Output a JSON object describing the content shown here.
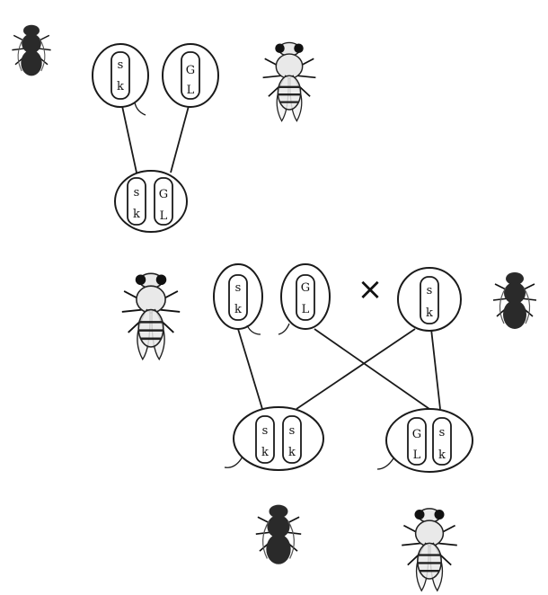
{
  "cross_symbol": "×",
  "gametes": {
    "parent_left": {
      "upper": "s",
      "lower": "k"
    },
    "parent_right": {
      "upper": "G",
      "lower": "L"
    },
    "f1_male": {
      "upper": "s",
      "lower": "k"
    },
    "f1_female": {
      "upper": "G",
      "lower": "L"
    },
    "tester": {
      "upper": "s",
      "lower": "k"
    }
  },
  "zygotes": {
    "f1": {
      "left": {
        "upper": "s",
        "lower": "k"
      },
      "right": {
        "upper": "G",
        "lower": "L"
      }
    },
    "offspring_mutant": {
      "left": {
        "upper": "s",
        "lower": "k"
      },
      "right": {
        "upper": "s",
        "lower": "k"
      }
    },
    "offspring_wild": {
      "left": {
        "upper": "G",
        "lower": "L"
      },
      "right": {
        "upper": "s",
        "lower": "k"
      }
    }
  },
  "icons": [
    "fly-mutant-icon",
    "fly-wildtype-icon",
    "fly-f1-icon",
    "fly-dark-tester-icon"
  ]
}
